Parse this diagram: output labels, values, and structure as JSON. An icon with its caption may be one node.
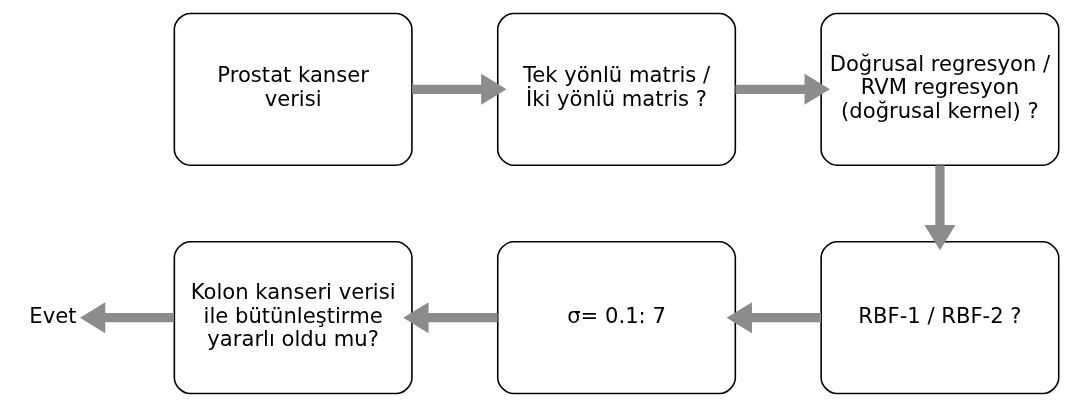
{
  "diagram": {
    "nodes": [
      {
        "text": [
          "Prostat kanser verisi"
        ]
      },
      {
        "text": [
          "Tek yönlü matris / İki yönlü matris ?"
        ]
      },
      {
        "text": [
          "Doğrusal regresyon / RVM regresyon (doğrusal kernel) ?"
        ]
      },
      {
        "text": [
          "RBF-1 / RBF-2 ?"
        ]
      },
      {
        "text": [
          "σ= 0.1: 7"
        ]
      },
      {
        "text": [
          "Kolon kanseri verisi ile bütünleştirme yararlı oldu mu?"
        ]
      },
      {
        "text": [
          "Evet"
        ]
      }
    ],
    "edges": [
      {
        "from": 0,
        "to": 1,
        "arrow": "to"
      },
      {
        "from": 1,
        "to": 2,
        "arrow": "to"
      },
      {
        "from": 2,
        "to": 3,
        "arrow": "to"
      },
      {
        "from": 3,
        "to": 4,
        "arrow": "to"
      },
      {
        "from": 4,
        "to": 5,
        "arrow": "to"
      },
      {
        "from": 5,
        "to": 6,
        "arrow": "to"
      }
    ]
  }
}
